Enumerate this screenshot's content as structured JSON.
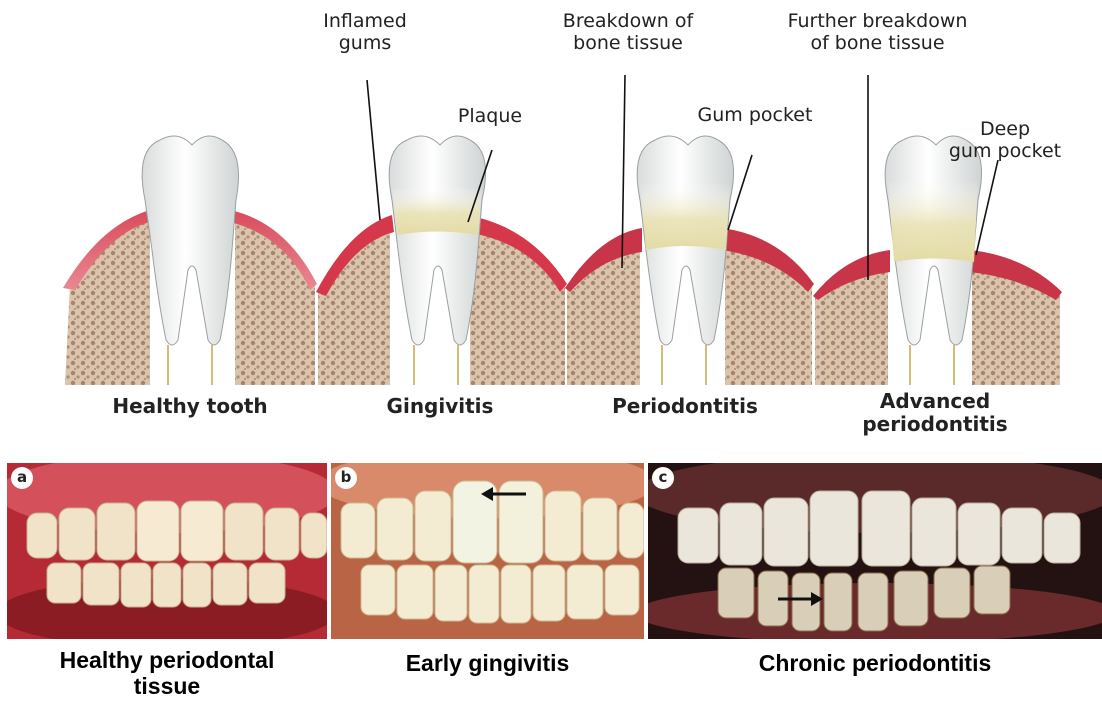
{
  "labels": {
    "inflamed_gums": "Inflamed\ngums",
    "plaque": "Plaque",
    "breakdown": "Breakdown of\nbone tissue",
    "gum_pocket": "Gum pocket",
    "further_breakdown": "Further breakdown\nof bone tissue",
    "deep_gum_pocket": "Deep\ngum pocket"
  },
  "stages": [
    {
      "label": "Healthy tooth"
    },
    {
      "label": "Gingivitis"
    },
    {
      "label": "Periodontitis"
    },
    {
      "label": "Advanced\nperiodontitis"
    }
  ],
  "photos": [
    {
      "badge": "a",
      "caption": "Healthy periodontal\ntissue"
    },
    {
      "badge": "b",
      "caption": "Early gingivitis"
    },
    {
      "badge": "c",
      "caption": "Chronic periodontitis"
    }
  ],
  "colors": {
    "bone": "#d9c0a8",
    "bone_pores": "#8a6b55",
    "gum": "#c8404f",
    "gum_light": "#ec9aa2",
    "tooth": "#f3f3f1",
    "plaque": "#e8e2b8",
    "healthy_gum_photo": "#c9303b",
    "dark_photo": "#2a1414"
  }
}
